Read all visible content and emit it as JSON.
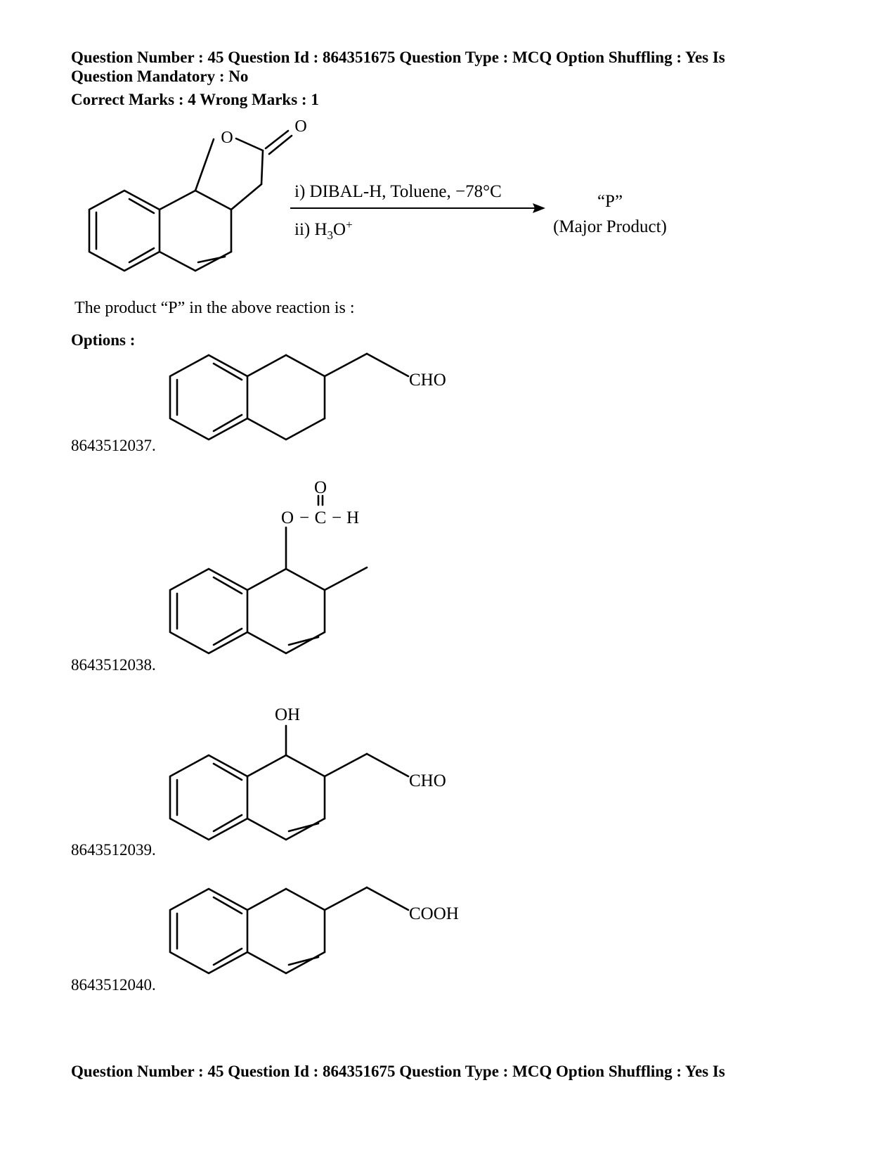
{
  "header": {
    "line1": "Question Number : 45 Question Id : 864351675 Question Type : MCQ Option Shuffling : Yes Is",
    "line2": "Question Mandatory : No",
    "line3": "Correct Marks : 4 Wrong Marks : 1"
  },
  "reaction": {
    "reactant_label_o_ring": "O",
    "reactant_label_o_carbonyl": "O",
    "step1": "i) DIBAL-H, Toluene, −78°C",
    "step2_prefix": "ii) H",
    "step2_sub": "3",
    "step2_main": "O",
    "step2_sup": "+",
    "product_label": "“P”",
    "product_note": "(Major Product)"
  },
  "question_text": "The product “P” in the above reaction is :",
  "options_label": "Options :",
  "options": [
    {
      "id": "8643512037.",
      "groups": {
        "g1": "CHO"
      }
    },
    {
      "id": "8643512038.",
      "groups": {
        "o_ester": "O",
        "o_carbonyl": "O",
        "c": "C",
        "h": "H",
        "dash1": "−",
        "dash2": "−"
      }
    },
    {
      "id": "8643512039.",
      "groups": {
        "oh": "OH",
        "g1": "CHO"
      }
    },
    {
      "id": "8643512040.",
      "groups": {
        "g1": "COOH"
      }
    }
  ],
  "footer": "Question Number : 45 Question Id : 864351675 Question Type : MCQ Option Shuffling : Yes Is"
}
